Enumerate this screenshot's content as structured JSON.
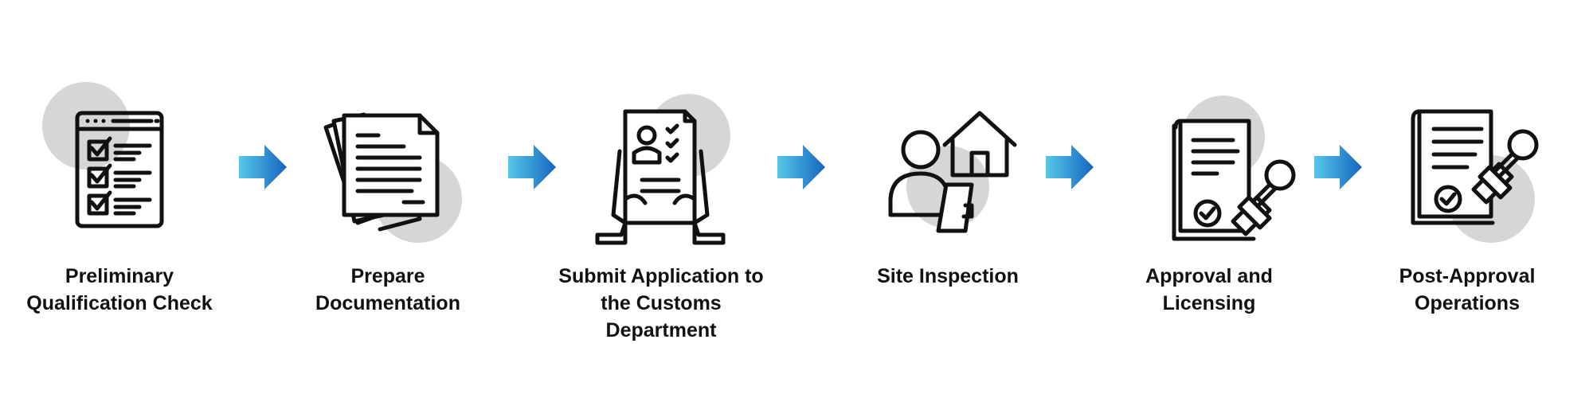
{
  "colors": {
    "arrow_start": "#57C8E8",
    "arrow_end": "#1565C0",
    "blob": "#D6D6D6",
    "stroke": "#111111"
  },
  "steps": [
    {
      "label": "Preliminary Qualification Check",
      "icon": "checklist-icon"
    },
    {
      "label": "Prepare Documentation",
      "icon": "documents-icon"
    },
    {
      "label": "Submit Application to the Customs Department",
      "icon": "application-form-icon"
    },
    {
      "label": "Site Inspection",
      "icon": "inspector-house-icon"
    },
    {
      "label": "Approval and Licensing",
      "icon": "approval-stamp-icon"
    },
    {
      "label": "Post-Approval Operations",
      "icon": "stamped-document-icon"
    }
  ]
}
